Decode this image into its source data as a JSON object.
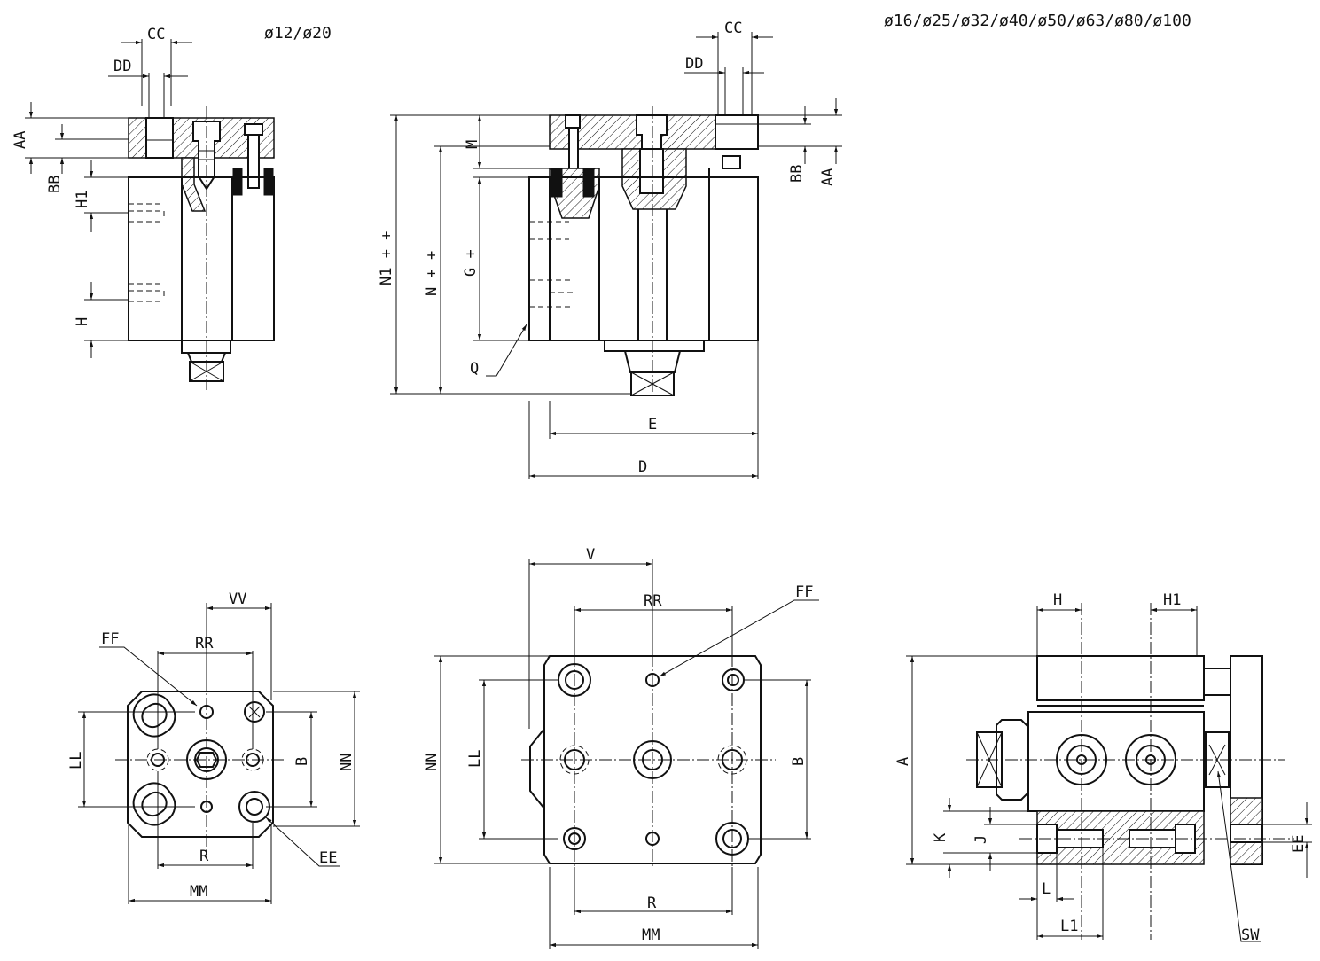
{
  "titles": {
    "small_bores": "ø12/ø20",
    "large_bores": "ø16/ø25/ø32/ø40/ø50/ø63/ø80/ø100"
  },
  "labels": {
    "cc": "CC",
    "dd": "DD",
    "aa": "AA",
    "bb": "BB",
    "h1": "H1",
    "h": "H",
    "m": "M",
    "n1": "N1 + +",
    "n": "N + +",
    "g": "G +",
    "q": "Q",
    "e": "E",
    "d": "D",
    "vv": "VV",
    "ff": "FF",
    "rr": "RR",
    "ll": "LL",
    "b": "B",
    "nn": "NN",
    "r": "R",
    "ee": "EE",
    "mm": "MM",
    "v": "V",
    "a": "A",
    "k": "K",
    "j": "J",
    "l": "L",
    "l1": "L1",
    "sw": "SW"
  }
}
